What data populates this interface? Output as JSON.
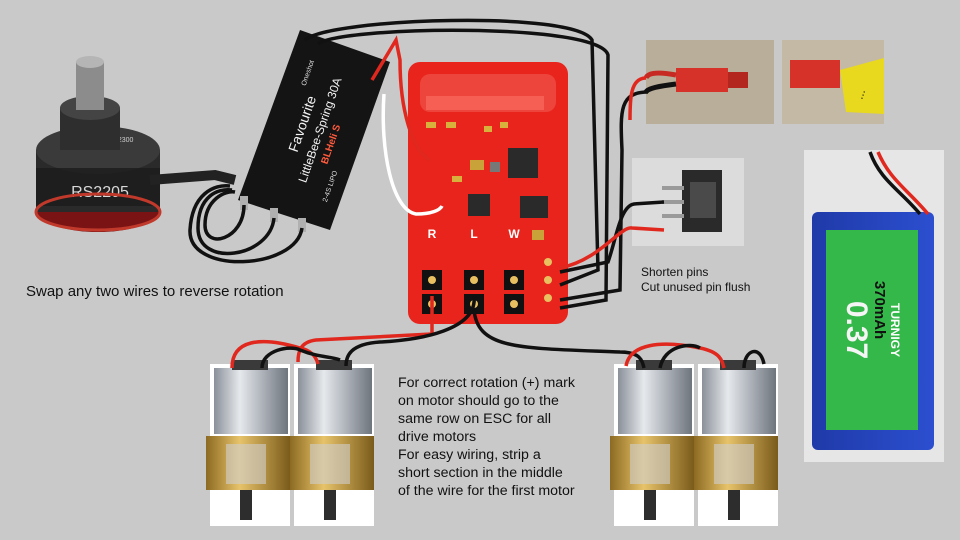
{
  "notes": {
    "swap": "Swap any two wires to reverse rotation",
    "pins_line1": "Shorten pins",
    "pins_line2": "Cut unused pin flush",
    "rotation_lines": [
      "For correct rotation (+) mark",
      "on motor should go to the",
      "same row on ESC for all",
      "drive motors",
      "For easy wiring, strip a",
      "short section in the middle",
      "of the wire for the first motor"
    ]
  },
  "esc": {
    "brand": "Favourite",
    "model": "LittleBee-Spring 30A",
    "firmware": "BLHeli S",
    "cells": "2-4S LIPO",
    "extra": "Oneshot"
  },
  "motor": {
    "label": "RS2205",
    "kv": "KV-2300"
  },
  "board": {
    "pin_labels": [
      "R",
      "L",
      "W"
    ]
  },
  "battery": {
    "brand": "TURNIGY",
    "capacity": "370mAh",
    "spec": "0.37"
  },
  "colors": {
    "wire_red": "#e0281e",
    "wire_black": "#111111",
    "pcb": "#e8241c",
    "background": "#c9c9c9"
  }
}
